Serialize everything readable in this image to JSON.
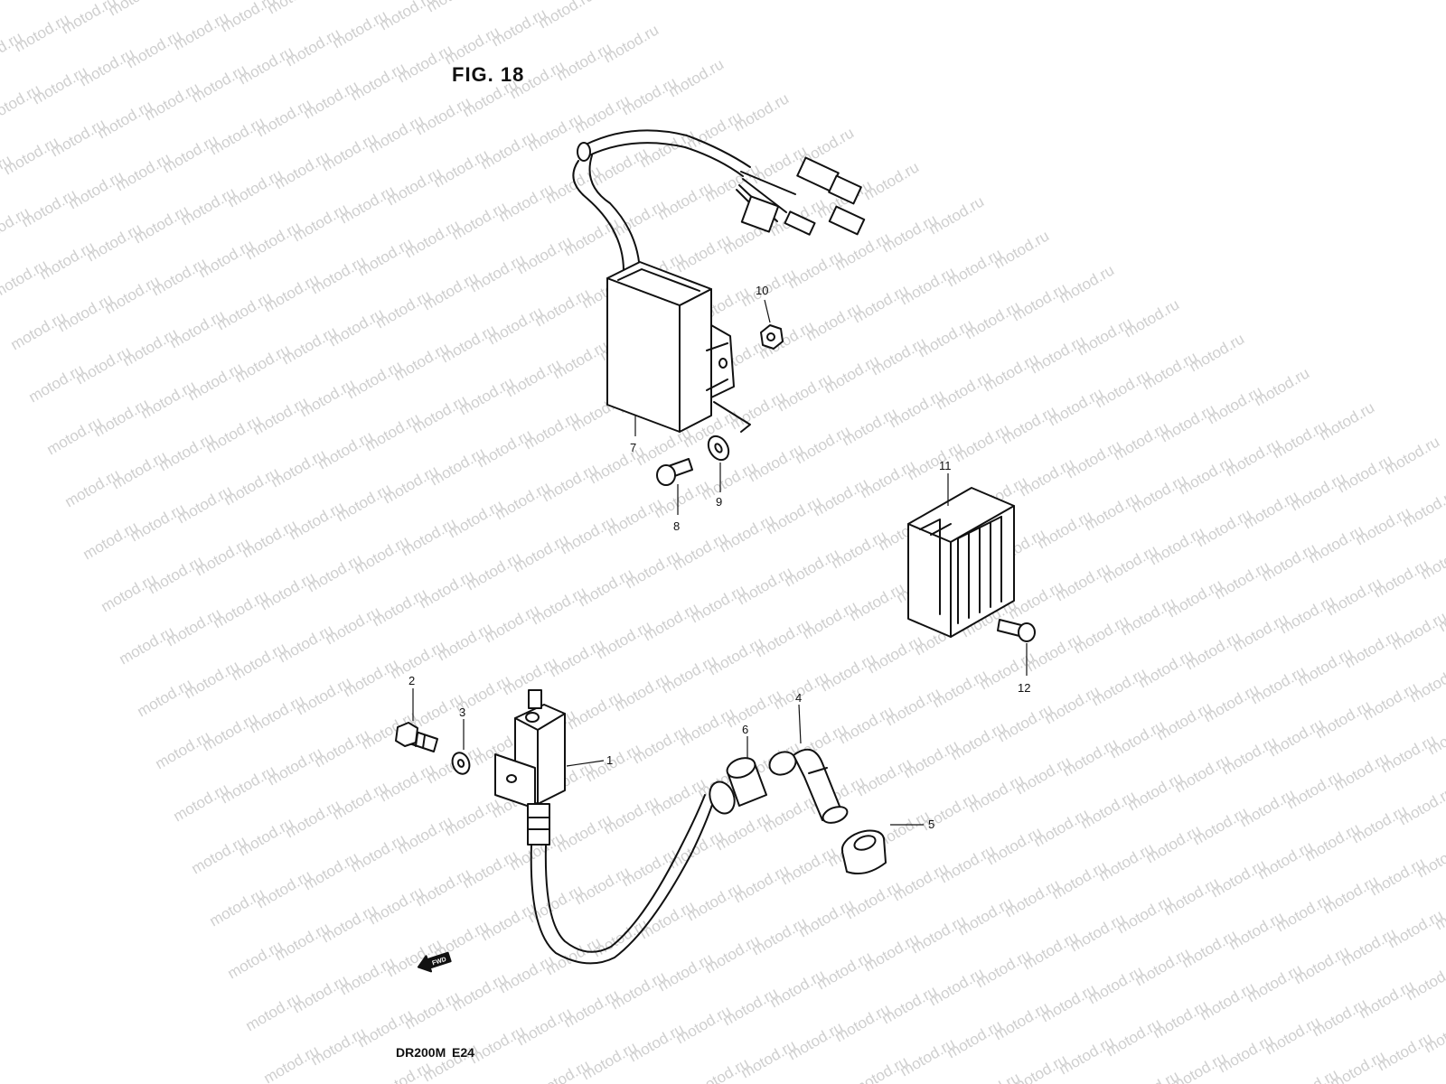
{
  "figure": {
    "title": "FIG. 18",
    "model_code": "DR200M",
    "region_code": "E24",
    "fwd_arrow_label": "FWD"
  },
  "watermark": {
    "text": "motod.ru"
  },
  "callouts": {
    "c1": "1",
    "c2": "2",
    "c3": "3",
    "c4": "4",
    "c5": "5",
    "c6": "6",
    "c7": "7",
    "c8": "8",
    "c9": "9",
    "c10": "10",
    "c11": "11",
    "c12": "12"
  }
}
